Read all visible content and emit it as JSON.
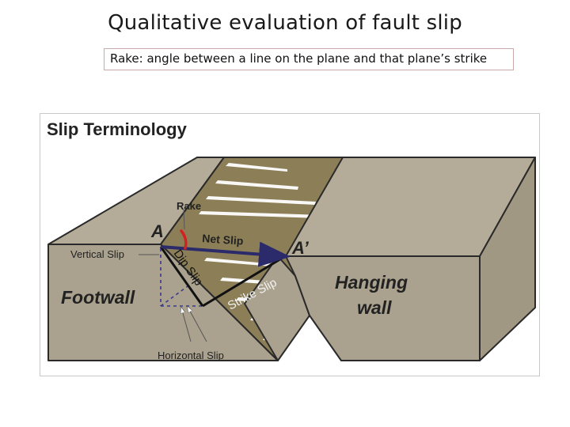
{
  "slide": {
    "title": "Qualitative evaluation of fault slip",
    "subtitle": "Rake: angle between a line on the plane and that plane’s strike"
  },
  "figure": {
    "heading": "Slip Terminology",
    "labels": {
      "rake": "Rake",
      "point_a": "A",
      "point_a_prime": "A’",
      "net_slip": "Net Slip",
      "vertical_slip": "Vertical Slip",
      "dip_slip": "Dip Slip",
      "strike_slip": "Strike Slip",
      "footwall": "Footwall",
      "hanging_wall_line1": "Hanging",
      "hanging_wall_line2": "wall",
      "horizontal_slip": "Horizontal Slip"
    },
    "colors": {
      "block_fill": "#aaa28e",
      "fault_plane": "#8c7f58",
      "block_top": "#b4ac98",
      "outline": "#2a2a2a",
      "net_slip_line": "#2b2a6a",
      "rake_arc": "#d42020",
      "striations": "#ffffff"
    }
  }
}
